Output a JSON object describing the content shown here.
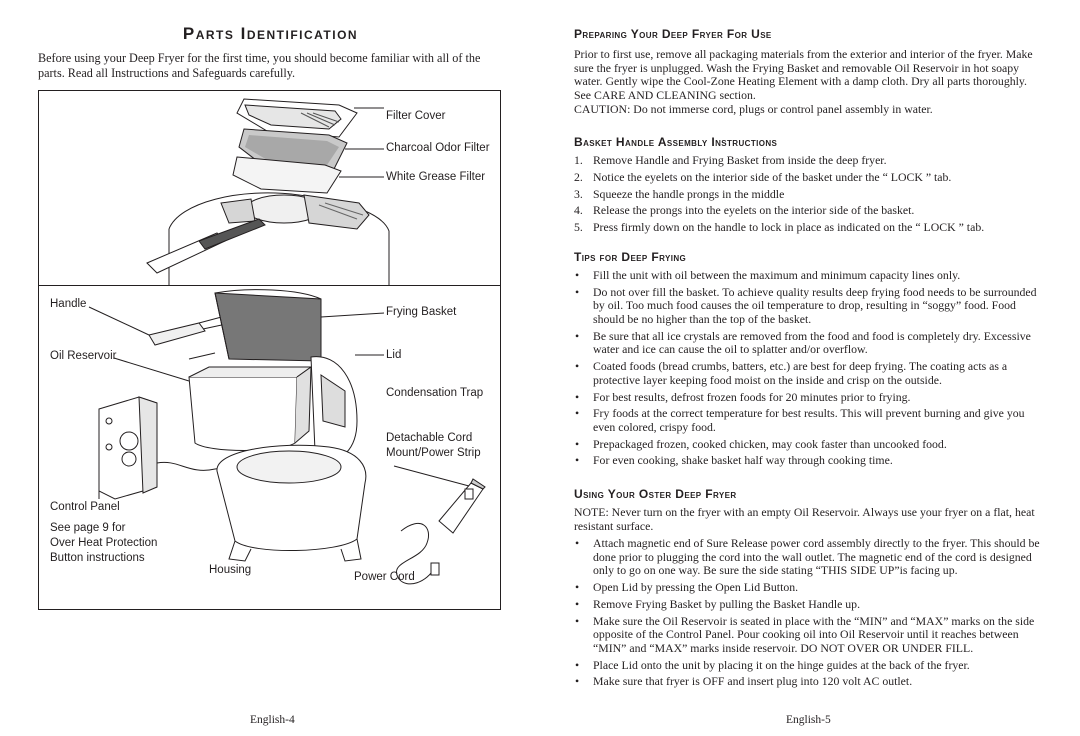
{
  "left_page": {
    "title": "Parts Identification",
    "intro": "Before using your Deep Fryer for the first time, you should become familiar with all of the parts. Read all Instructions and Safeguards carefully.",
    "labels": {
      "filter_cover": "Filter Cover",
      "charcoal_filter": "Charcoal Odor Filter",
      "grease_filter": "White Grease Filter",
      "handle": "Handle",
      "frying_basket": "Frying Basket",
      "oil_reservoir": "Oil Reservoir",
      "lid": "Lid",
      "condensation_trap": "Condensation Trap",
      "cord_mount_1": "Detachable Cord",
      "cord_mount_2": "Mount/Power Strip",
      "control_panel": "Control Panel",
      "see_page_1": "See page 9 for",
      "see_page_2": "Over Heat Protection",
      "see_page_3": "Button instructions",
      "housing": "Housing",
      "power_cord": "Power Cord"
    },
    "footer": "English-4"
  },
  "right_page": {
    "prep_heading": "Preparing Your Deep Fryer For Use",
    "prep_text": "Prior to first use, remove all packaging materials from the exterior and interior of the fryer. Make sure the fryer is unplugged. Wash the Frying Basket and removable Oil Reservoir in hot soapy water. Gently wipe the Cool-Zone Heating Element with a damp cloth. Dry all parts thoroughly. See CARE AND CLEANING section.",
    "caution_label": "CAUTION:",
    "caution_text": " Do not immerse cord, plugs or control panel assembly in water.",
    "basket_heading": "Basket Handle Assembly Instructions",
    "basket_steps": [
      "Remove Handle and Frying Basket from inside the deep fryer.",
      "Notice the eyelets on the interior side of the basket under the “ LOCK ” tab.",
      "Squeeze the handle prongs in the middle",
      "Release the prongs into the eyelets on the interior side of the basket.",
      "Press firmly down on the handle to lock in place as indicated on the “ LOCK ” tab."
    ],
    "tips_heading": "Tips for Deep Frying",
    "tips": [
      "Fill the unit with oil between the maximum and minimum capacity lines only.",
      "Do not over fill the basket. To achieve quality results deep frying food needs to be surrounded by oil. Too much food causes the oil temperature to drop, resulting in “soggy” food. Food should be no higher than the top of the basket.",
      "Be sure that all ice crystals are removed from the food and food is completely dry. Excessive water and ice can cause the oil to splatter and/or overflow.",
      "Coated foods (bread crumbs, batters, etc.) are best for deep frying. The coating acts as a protective layer keeping food moist on the inside and crisp on the outside.",
      "For best results, defrost frozen foods for 20 minutes prior to frying.",
      "Fry foods at the correct temperature for best results. This will prevent burning and give you even colored, crispy food.",
      "Prepackaged frozen, cooked chicken, may cook faster than uncooked food.",
      "For even cooking, shake basket half way through cooking time."
    ],
    "using_heading": "Using Your Oster Deep Fryer",
    "note_label": "NOTE:",
    "note_text": " Never turn on the fryer with an empty Oil Reservoir. Always use your fryer on a flat, heat resistant surface.",
    "using_steps": [
      "Attach magnetic end of Sure Release power cord assembly directly to the fryer. This should be done prior to plugging the cord into the wall outlet. The magnetic end of the cord is designed only to go on one way. Be sure the side stating “THIS SIDE UP”is facing up.",
      "Open Lid by pressing the Open Lid Button.",
      "Remove Frying Basket by pulling the Basket Handle up.",
      "Make sure the Oil Reservoir is seated in place with the “MIN” and “MAX” marks on the side opposite of the Control Panel. Pour cooking oil into Oil Reservoir until it reaches between “MIN” and “MAX” marks inside reservoir. DO NOT OVER OR UNDER FILL.",
      "Place Lid onto the unit by placing it on the hinge guides at the back of the fryer.",
      "Make sure that fryer is OFF and insert plug into 120 volt AC outlet."
    ],
    "footer": "English-5"
  }
}
